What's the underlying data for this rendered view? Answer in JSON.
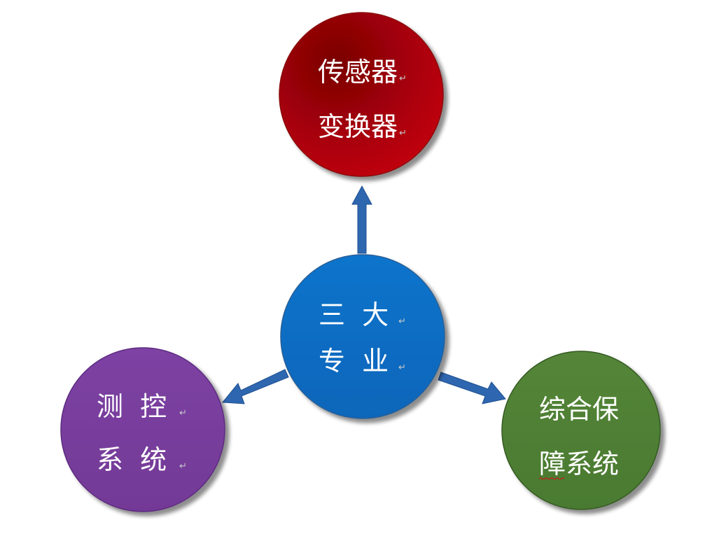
{
  "diagram": {
    "center": {
      "line1": "三  大",
      "line2": "专  业",
      "color": "#0c6fc4"
    },
    "top": {
      "line1": "传感器",
      "line2": "变换器",
      "color": "#b00008"
    },
    "left": {
      "line1": "测  控",
      "line2": "系  统",
      "color": "#7a3e9e"
    },
    "right": {
      "line1": "综合保",
      "line2": "障系统",
      "color": "#4f7f35"
    },
    "arrow_color": "#2e67b0",
    "return_mark": "↵"
  }
}
